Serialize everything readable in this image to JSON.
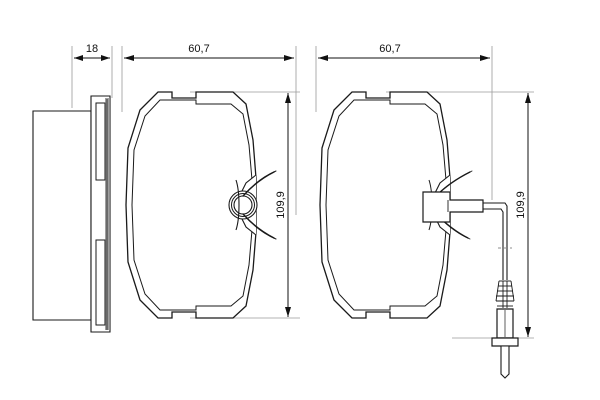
{
  "drawing": {
    "title": "Brake pad set technical dimension drawing",
    "background_color": "#ffffff",
    "line_color": "#1a1a1a",
    "dim_line_color": "#8c8c8c",
    "shade_color": "#8e8e8e",
    "views": [
      {
        "name": "side-profile-view",
        "label": "Brake pad thickness side profile",
        "dimension": "18"
      },
      {
        "name": "left-pad-front-view",
        "label": "Brake pad with circular retaining clip",
        "width_dimension": "60,7",
        "height_dimension": "109,9"
      },
      {
        "name": "right-pad-front-view",
        "label": "Brake pad with wear sensor and connector",
        "width_dimension": "60,7",
        "height_dimension": "109,9"
      }
    ]
  },
  "dimensions": {
    "thickness": "18",
    "width_left": "60,7",
    "width_right": "60,7",
    "height_left": "109,9",
    "height_right": "109,9"
  },
  "units": "mm"
}
